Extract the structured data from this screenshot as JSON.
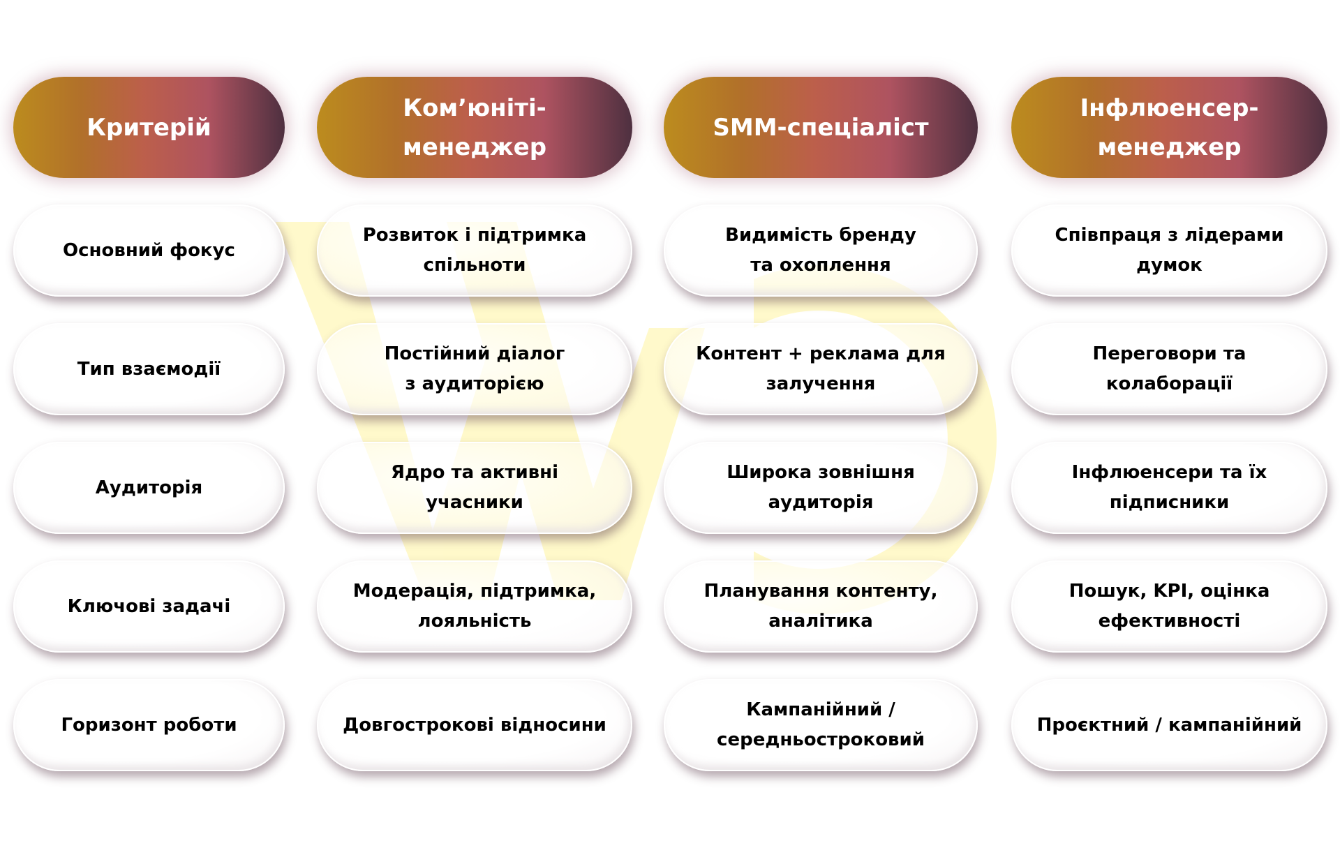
{
  "colors": {
    "header_gradient": [
      "#BC8C1E",
      "#B1702A",
      "#BC5F4B",
      "#AE5360",
      "#4E3040"
    ],
    "header_text": "#FFFFFF",
    "cell_text": "#000000",
    "watermark": "#FFF9C4"
  },
  "headers": [
    {
      "label": "Критерій"
    },
    {
      "label": "Ком’юніті-\nменеджер"
    },
    {
      "label": "SMM-спеціаліст"
    },
    {
      "label": "Інфлюенсер-\nменеджер"
    }
  ],
  "rows": [
    {
      "criterion": "Основний фокус",
      "community": "Розвиток і підтримка\nспільноти",
      "smm": "Видимість бренду\nта охоплення",
      "influencer": "Співпраця з лідерами\nдумок"
    },
    {
      "criterion": "Тип взаємодії",
      "community": "Постійний діалог\nз аудиторією",
      "smm": "Контент + реклама для\nзалучення",
      "influencer": "Переговори та\nколаборації"
    },
    {
      "criterion": "Аудиторія",
      "community": "Ядро та активні\nучасники",
      "smm": "Широка зовнішня\nаудиторія",
      "influencer": "Інфлюенсери та їх\nпідписники"
    },
    {
      "criterion": "Ключові задачі",
      "community": "Модерація, підтримка,\nлояльність",
      "smm": "Планування контенту,\nаналітика",
      "influencer": "Пошук, KPI, оцінка\nефективності"
    },
    {
      "criterion": "Горизонт роботи",
      "community": "Довгострокові відносини",
      "smm": "Кампанійний /\nсередньостроковий",
      "influencer": "Проєктний / кампанійний"
    }
  ]
}
